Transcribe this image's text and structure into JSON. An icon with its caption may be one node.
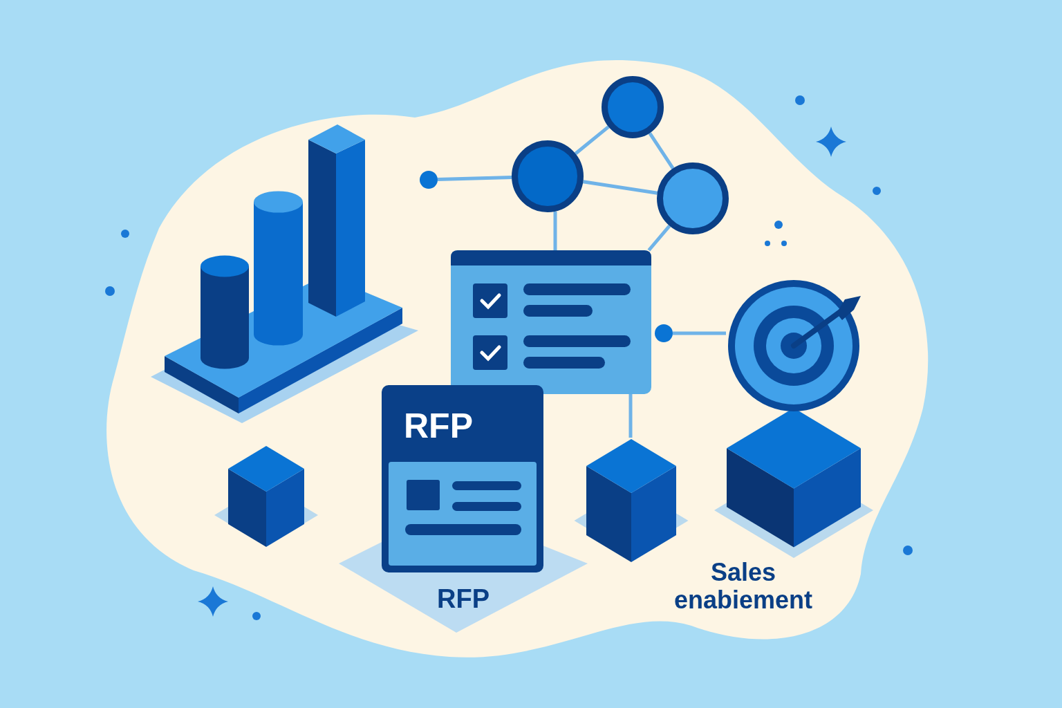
{
  "diagram": {
    "nodes": [
      {
        "text": [],
        "shape": "circle"
      },
      {
        "text": [],
        "shape": "circle"
      },
      {
        "text": [],
        "shape": "circle"
      },
      {
        "text": [],
        "shape": "circle"
      },
      {
        "text": [],
        "shape": "box"
      },
      {
        "text": [
          "RFP"
        ],
        "beside": [
          "RFP"
        ]
      },
      {
        "text": [],
        "shape": "circle"
      },
      {
        "text": [],
        "shape": "picture",
        "beside": [
          "Sales enabiement"
        ]
      },
      {
        "text": [],
        "shape": "box"
      }
    ],
    "edges": [
      {
        "from": 0,
        "to": 1,
        "arrow": "none"
      },
      {
        "from": 1,
        "to": 2,
        "arrow": "none"
      },
      {
        "from": 2,
        "to": 3,
        "arrow": "none"
      },
      {
        "from": 1,
        "to": 3,
        "arrow": "none"
      },
      {
        "from": 1,
        "to": 4,
        "arrow": "none"
      },
      {
        "from": 3,
        "to": 4,
        "arrow": "none"
      },
      {
        "from": 6,
        "to": 7,
        "arrow": "none"
      },
      {
        "from": 4,
        "to": 8,
        "arrow": "none"
      }
    ]
  }
}
